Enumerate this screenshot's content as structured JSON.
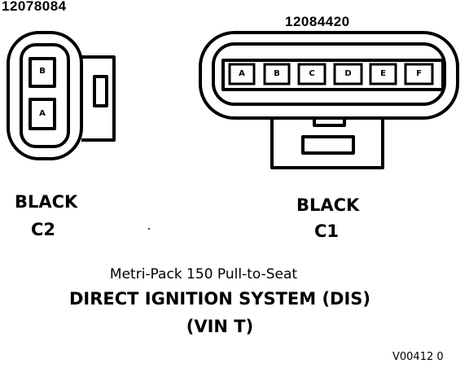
{
  "connectors": {
    "c2": {
      "part_number": "12078084",
      "color": "BLACK",
      "id": "C2",
      "pins": [
        "B",
        "A"
      ]
    },
    "c1": {
      "part_number": "12084420",
      "color": "BLACK",
      "id": "C1",
      "pins": [
        "A",
        "B",
        "C",
        "D",
        "E",
        "F"
      ]
    }
  },
  "caption": {
    "subtitle": "Metri-Pack 150 Pull-to-Seat",
    "title": "DIRECT IGNITION SYSTEM (DIS)",
    "vin": "(VIN T)"
  },
  "reference": "V00412 0"
}
